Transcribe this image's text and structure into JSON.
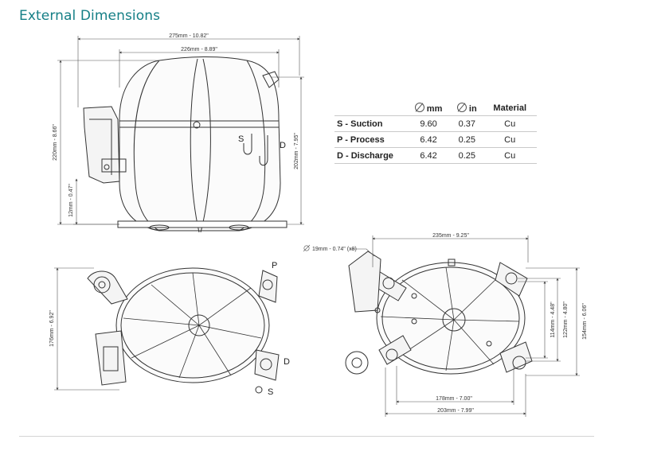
{
  "page": {
    "title": "External Dimensions"
  },
  "side_view": {
    "dim_total_width": "275mm - 10.82\"",
    "dim_body_width": "226mm - 8.89\"",
    "dim_total_height": "220mm - 8.66\"",
    "dim_base_height": "12mm - 0.47\"",
    "dim_connection_height": "202mm - 7.95\"",
    "label_s": "S",
    "label_d": "D"
  },
  "top_view": {
    "dim_depth": "176mm - 6.92\"",
    "label_p": "P",
    "label_d": "D",
    "label_s": "S"
  },
  "base_view": {
    "dim_hole": "19mm - 0.74\" (x8)",
    "dim_length": "235mm - 9.25\"",
    "dim_mount_inner": "178mm - 7.00\"",
    "dim_mount_outer": "203mm - 7.99\"",
    "dim_h1": "114mm - 4.48\"",
    "dim_h2": "122mm - 4.80\"",
    "dim_h3": "154mm - 6.06\""
  },
  "connections": {
    "headers": {
      "col1": "mm",
      "col2": "in",
      "col3": "Material"
    },
    "rows": [
      {
        "name": "S - Suction",
        "mm": "9.60",
        "in": "0.37",
        "material": "Cu"
      },
      {
        "name": "P - Process",
        "mm": "6.42",
        "in": "0.25",
        "material": "Cu"
      },
      {
        "name": "D - Discharge",
        "mm": "6.42",
        "in": "0.25",
        "material": "Cu"
      }
    ]
  }
}
